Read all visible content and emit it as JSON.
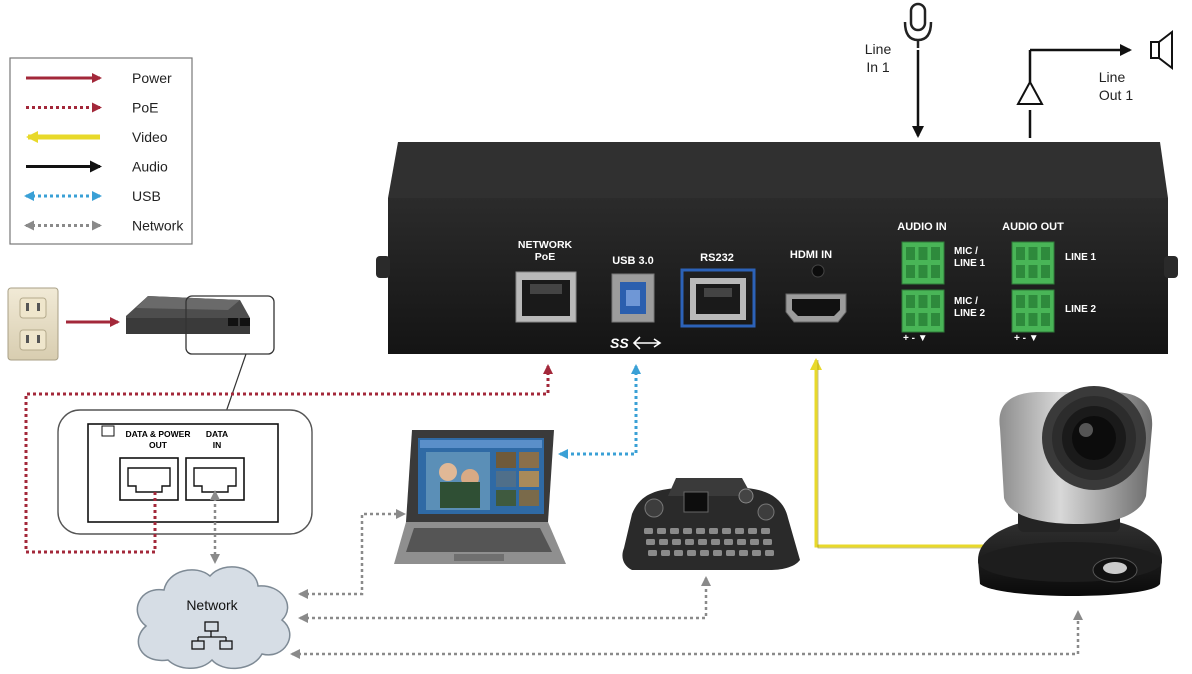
{
  "legend": {
    "items": [
      {
        "label": "Power",
        "color": "#a3283a",
        "style": "solid"
      },
      {
        "label": "PoE",
        "color": "#a3283a",
        "style": "dotted"
      },
      {
        "label": "Video",
        "color": "#e8d92a",
        "style": "solid-left"
      },
      {
        "label": "Audio",
        "color": "#111111",
        "style": "solid"
      },
      {
        "label": "USB",
        "color": "#3aa0d6",
        "style": "dotted-both"
      },
      {
        "label": "Network",
        "color": "#8a8a8a",
        "style": "dotted-both"
      }
    ]
  },
  "audio_io": {
    "line_in": [
      "Line",
      "In 1"
    ],
    "line_out": [
      "Line",
      "Out 1"
    ]
  },
  "device": {
    "ports": {
      "network": [
        "NETWORK",
        "PoE"
      ],
      "usb": "USB 3.0",
      "usb_logo": "SS",
      "rs232": "RS232",
      "hdmi": "HDMI IN",
      "audio_in": "AUDIO IN",
      "audio_out": "AUDIO OUT",
      "mic_line_1": [
        "MIC /",
        "LINE 1"
      ],
      "mic_line_2": [
        "MIC /",
        "LINE 2"
      ],
      "line_1": "LINE 1",
      "line_2": "LINE 2",
      "polarity": "+  -  ▼"
    }
  },
  "injector": {
    "data_power_out": [
      "DATA & POWER",
      "OUT"
    ],
    "data_in": [
      "DATA",
      "IN"
    ]
  },
  "network": {
    "label": "Network"
  },
  "colors": {
    "power": "#a3283a",
    "video": "#e8d92a",
    "usb": "#3aa0d6",
    "network": "#8a8a8a",
    "device_body": "#1e1e1e",
    "terminal": "#49b557"
  }
}
